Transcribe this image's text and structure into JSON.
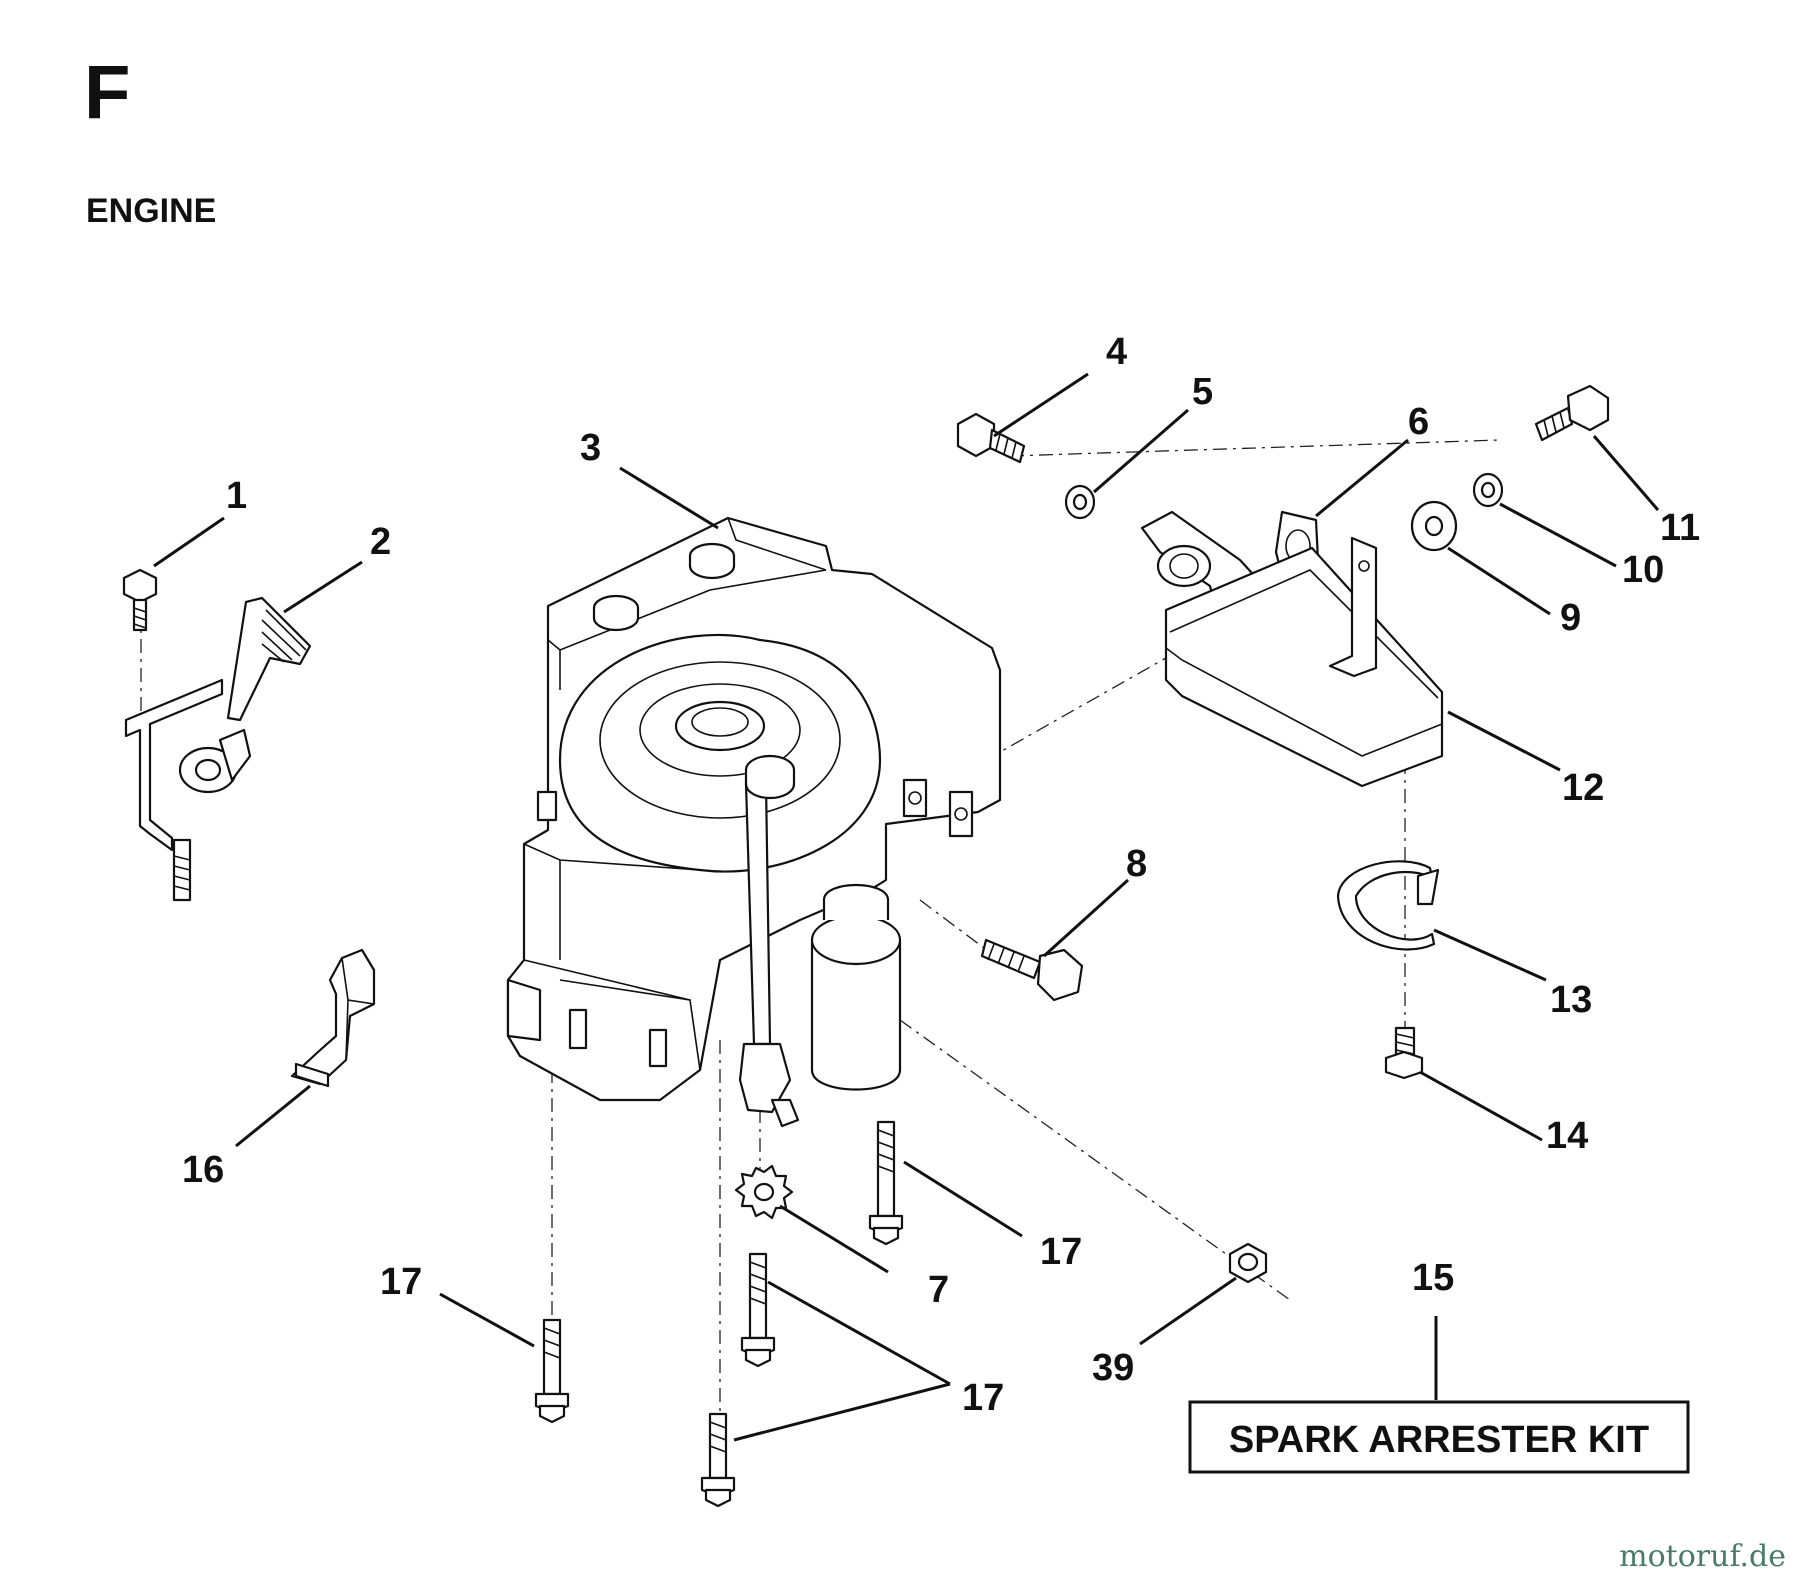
{
  "figure_letter": "F",
  "title": "ENGINE",
  "kit_label": "SPARK ARRESTER KIT",
  "callouts": [
    "1",
    "2",
    "3",
    "4",
    "5",
    "6",
    "7",
    "8",
    "9",
    "10",
    "11",
    "12",
    "13",
    "14",
    "15",
    "16",
    "17",
    "17",
    "17",
    "17",
    "39"
  ],
  "watermark": "motoruf.de"
}
